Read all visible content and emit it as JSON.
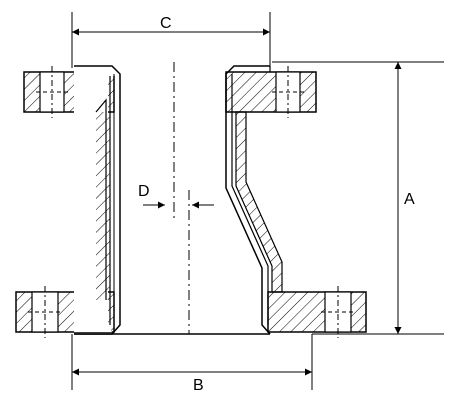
{
  "labels": {
    "A": "A",
    "B": "B",
    "C": "C",
    "D": "D"
  },
  "colors": {
    "line": "#000000",
    "background": "#ffffff"
  }
}
